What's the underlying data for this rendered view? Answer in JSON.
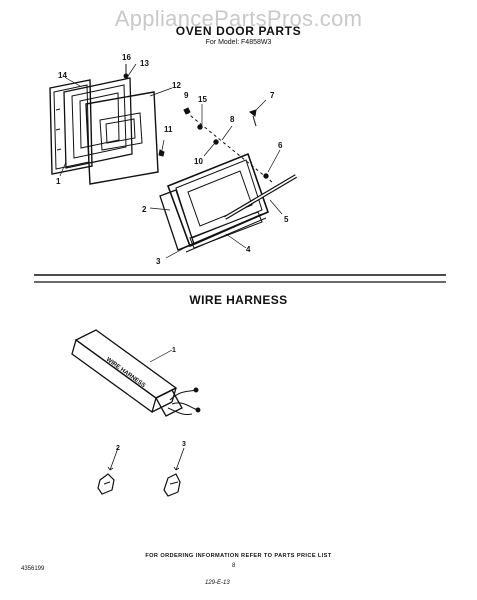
{
  "watermark": "AppliancePartsPros.com",
  "oven_door": {
    "title": "OVEN DOOR PARTS",
    "subtitle": "For Model: F4858W3",
    "callouts": [
      "16",
      "13",
      "14",
      "12",
      "9",
      "15",
      "7",
      "11",
      "8",
      "10",
      "6",
      "1",
      "2",
      "5",
      "3",
      "4"
    ]
  },
  "wire_harness": {
    "title": "WIRE HARNESS",
    "box_label": "WIRE HARNESS",
    "callouts": [
      "1",
      "2",
      "3"
    ]
  },
  "footer": {
    "note": "FOR ORDERING INFORMATION REFER TO PARTS PRICE LIST",
    "page": "8",
    "code": "129-E-13",
    "part_number": "4356199"
  }
}
